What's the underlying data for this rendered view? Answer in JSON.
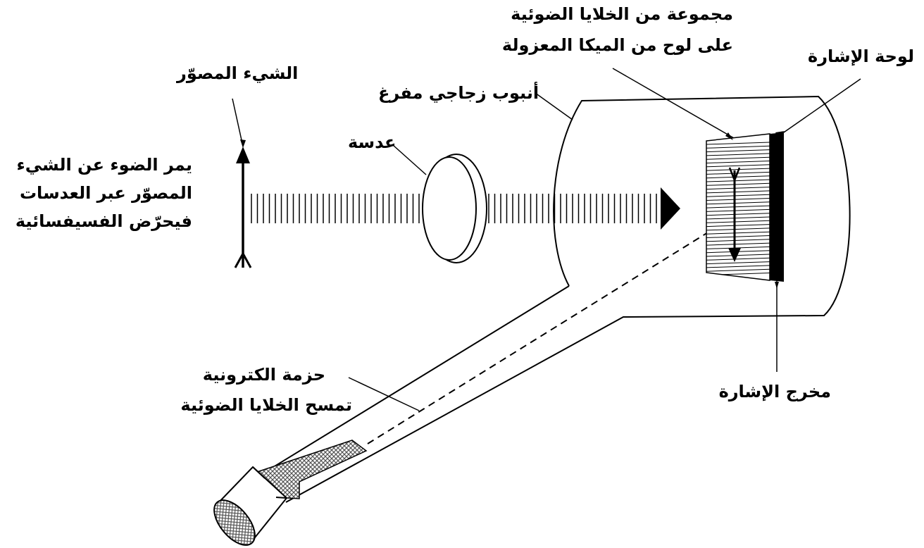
{
  "labels": {
    "photocell_mosaic_line1": "مجموعة من الخلايا الضوئية",
    "photocell_mosaic_line2": "على لوح من الميكا المعزولة",
    "signal_plate": "لوحة الإشارة",
    "imaged_object": "الشيء المصوّر",
    "glass_tube": "أنبوب زجاجي مفرغ",
    "lens": "عدسة",
    "light_path_line1": "يمر الضوء عن الشيء",
    "light_path_line2": "المصوّر عبر العدسات",
    "light_path_line3": "فيحرّض الفسيفسائية",
    "electron_beam_line1": "حزمة الكترونية",
    "electron_beam_line2": "تمسح الخلايا الضوئية",
    "signal_output": "مخرج الإشارة"
  },
  "colors": {
    "ink": "#000000",
    "paper": "#ffffff",
    "mesh": "#7a7a7a"
  }
}
